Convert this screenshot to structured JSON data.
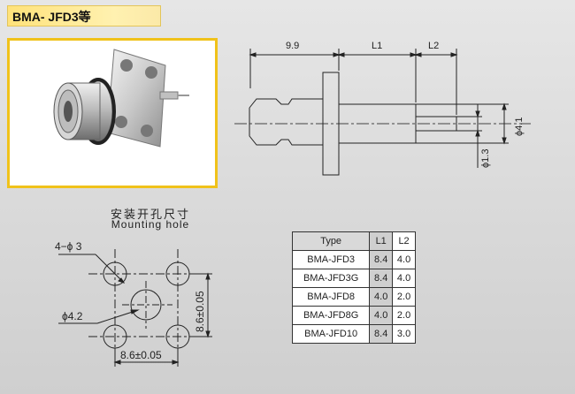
{
  "header": {
    "title": "BMA- JFD3等"
  },
  "mounting": {
    "title": "安装开孔尺寸",
    "subtitle": "Mounting hole"
  },
  "side_view": {
    "dims": {
      "a": "9.9",
      "l1": "L1",
      "l2": "L2",
      "d1": "ϕ4.1",
      "d2": "ϕ1.3"
    }
  },
  "hole_pattern": {
    "holes": "4−ϕ 3",
    "center": "ϕ4.2",
    "spacing_v": "8.6±0.05",
    "spacing_h": "8.6±0.05"
  },
  "spec_table": {
    "headers": [
      "Type",
      "L1",
      "L2"
    ],
    "rows": [
      [
        "BMA-JFD3",
        "8.4",
        "4.0"
      ],
      [
        "BMA-JFD3G",
        "8.4",
        "4.0"
      ],
      [
        "BMA-JFD8",
        "4.0",
        "2.0"
      ],
      [
        "BMA-JFD8G",
        "4.0",
        "2.0"
      ],
      [
        "BMA-JFD10",
        "8.4",
        "3.0"
      ]
    ]
  }
}
